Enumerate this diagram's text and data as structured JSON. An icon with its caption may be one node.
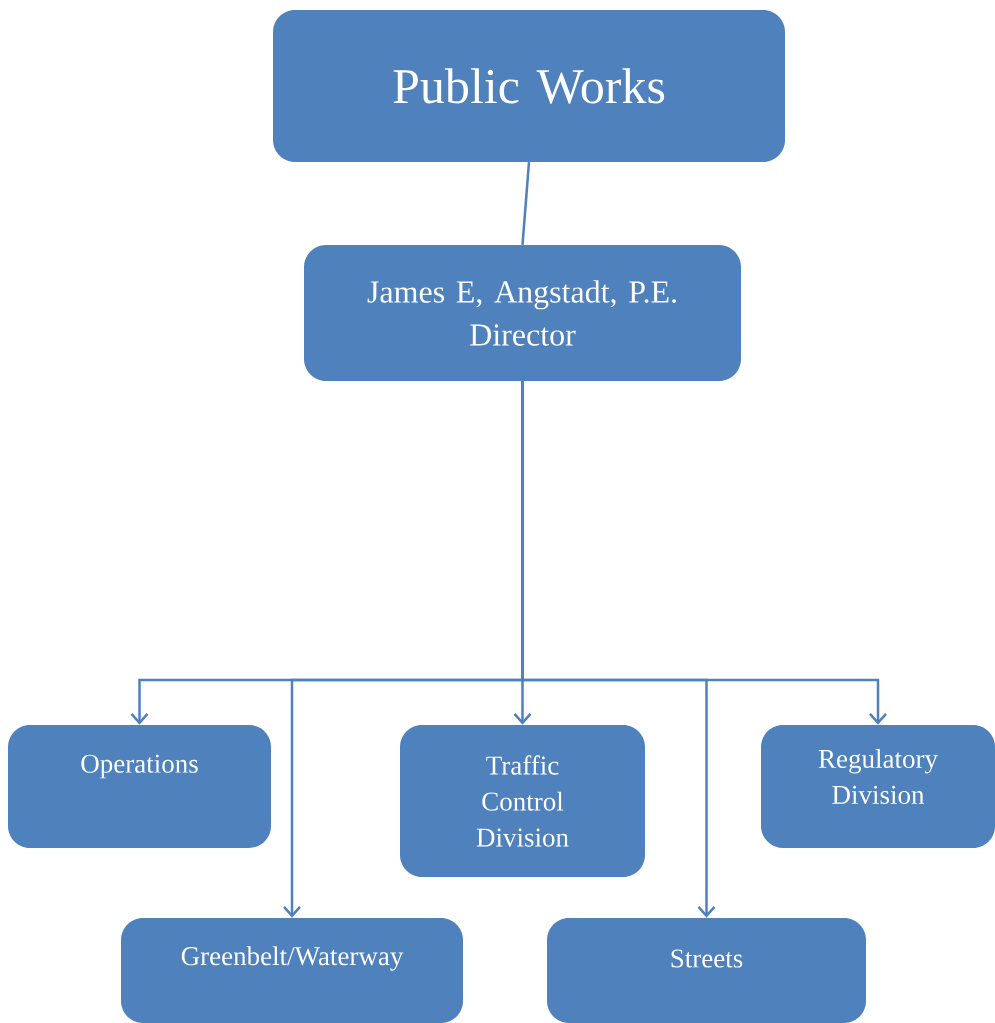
{
  "diagram": {
    "nodes": [
      {
        "text": [
          "Public Works"
        ]
      },
      {
        "text": [
          "James E, Angstadt, P.E.",
          "Director"
        ]
      },
      {
        "text": [
          "Operations"
        ]
      },
      {
        "text": [
          "Greenbelt/Waterway"
        ]
      },
      {
        "text": [
          "Traffic Control Division"
        ]
      },
      {
        "text": [
          "Streets"
        ]
      },
      {
        "text": [
          "Regulatory Division"
        ]
      }
    ],
    "edges": [
      {
        "from": 0,
        "to": 1,
        "arrow": "none"
      },
      {
        "from": 1,
        "to": 2,
        "arrow": "to"
      },
      {
        "from": 1,
        "to": 3,
        "arrow": "to"
      },
      {
        "from": 1,
        "to": 4,
        "arrow": "to"
      },
      {
        "from": 1,
        "to": 5,
        "arrow": "to"
      },
      {
        "from": 1,
        "to": 6,
        "arrow": "to"
      }
    ]
  }
}
